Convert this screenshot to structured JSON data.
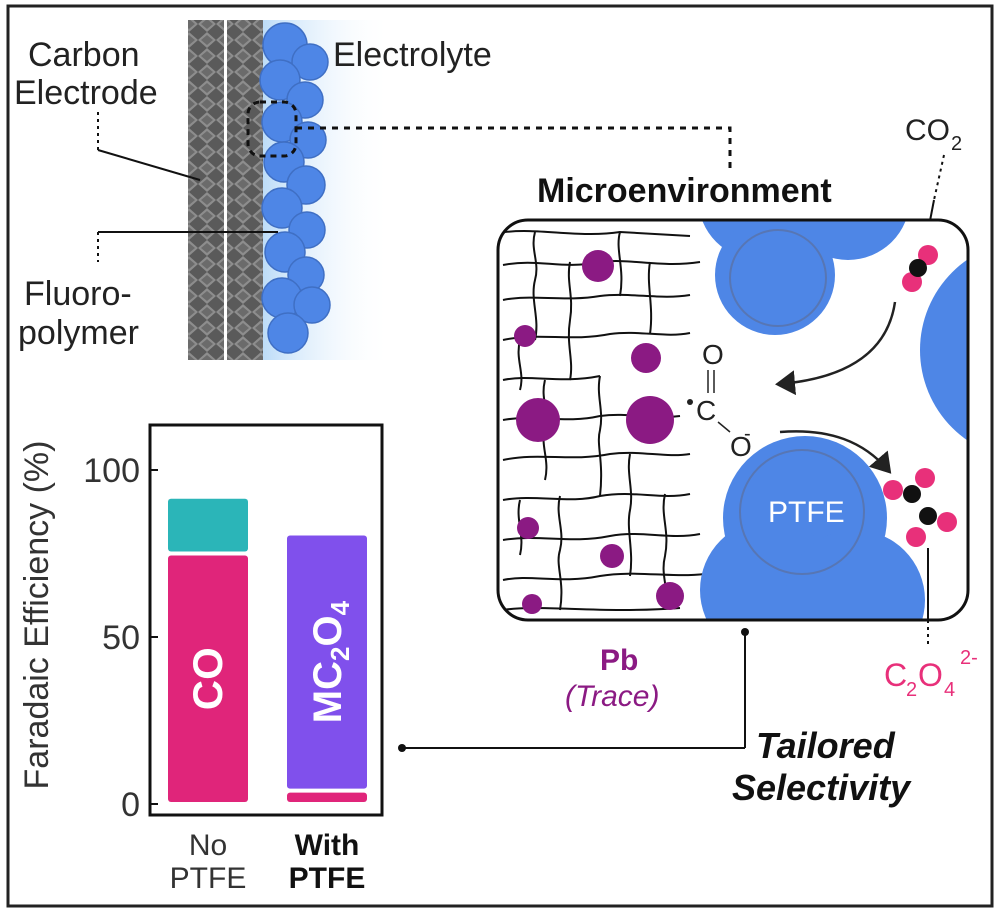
{
  "electrode": {
    "carbon_label_1": "Carbon",
    "carbon_label_2": "Electrode",
    "electrolyte_label": "Electrolyte",
    "fluoro_label_1": "Fluoro-",
    "fluoro_label_2": "polymer"
  },
  "micro": {
    "title": "Microenvironment",
    "co2_main": "CO",
    "co2_sub": "2",
    "ptfe_label": "PTFE",
    "o_top": "O",
    "c_center": "C",
    "o_bottom": "O",
    "pb_label": "Pb",
    "trace_label": "(Trace)",
    "oxalate_c": "C",
    "oxalate_c_sub": "2",
    "oxalate_o": "O",
    "oxalate_o_sub": "4",
    "oxalate_charge": "2-",
    "selectivity_1": "Tailored",
    "selectivity_2": "Selectivity"
  },
  "colors": {
    "blue_particle": "#4e86e6",
    "pb_purple": "#8b1a83",
    "oxygen_pink": "#e8307a",
    "co_bar": "#e0257a",
    "co_top_bar": "#2bb5b8",
    "mc2o4_bar": "#8050ec",
    "electrolyte_glow": "#cfe7fb"
  },
  "chart_data": {
    "type": "bar",
    "ylabel": "Faradaic Efficiency (%)",
    "ylim": [
      0,
      100
    ],
    "yticks": [
      "0",
      "50",
      "100"
    ],
    "categories": [
      {
        "line1": "No",
        "line2": "PTFE",
        "bold": false
      },
      {
        "line1": "With",
        "line2": "PTFE",
        "bold": true
      }
    ],
    "series": [
      {
        "name": "CO",
        "label_main": "CO",
        "color": "#e0257a",
        "values": [
          75,
          4
        ],
        "base": [
          0,
          0
        ]
      },
      {
        "name": "",
        "color": "#2bb5b8",
        "values": [
          17,
          0
        ],
        "base": [
          75,
          0
        ]
      },
      {
        "name": "MC2O4",
        "label_main": "MC",
        "label_sub": "2",
        "label_o": "O",
        "label_sub2": "4",
        "color": "#8050ec",
        "values": [
          0,
          77
        ],
        "base": [
          0,
          4
        ]
      }
    ]
  }
}
